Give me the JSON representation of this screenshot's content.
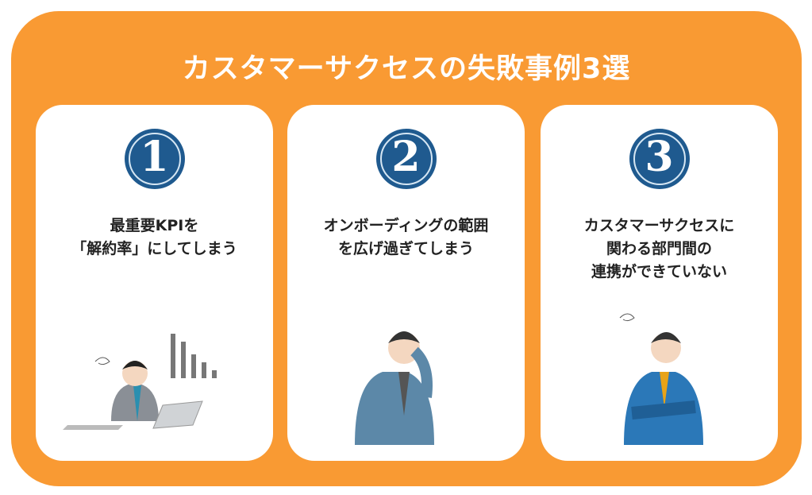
{
  "title": "カスタマーサクセスの失敗事例3選",
  "colors": {
    "background": "#f99a33",
    "badge": "#1f5a8f",
    "card": "#ffffff"
  },
  "cards": [
    {
      "number": "1",
      "lines": [
        "最重要KPIを",
        "「解約率」にしてしまう"
      ],
      "illustration": "stressed-man-at-laptop-with-declining-chart"
    },
    {
      "number": "2",
      "lines": [
        "オンボーディングの範囲",
        "を広げ過ぎてしまう"
      ],
      "illustration": "troubled-man-hand-on-face"
    },
    {
      "number": "3",
      "lines": [
        "カスタマーサクセスに",
        "関わる部門間の",
        "連携ができていない"
      ],
      "illustration": "confused-man-arms-crossed"
    }
  ]
}
